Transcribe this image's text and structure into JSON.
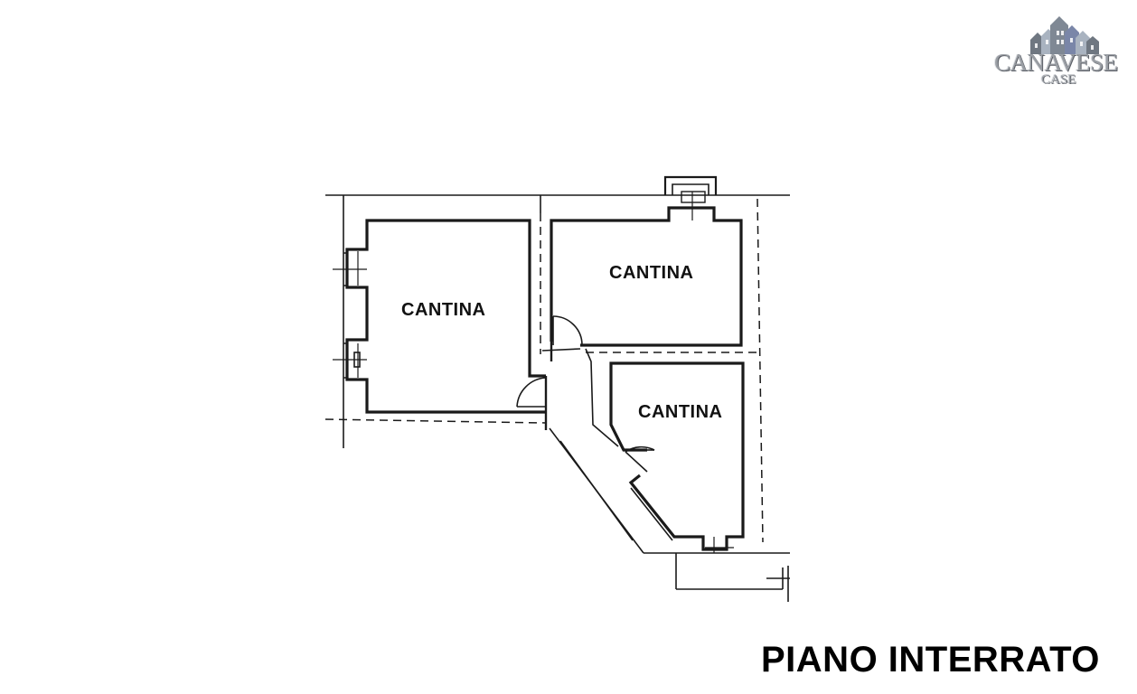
{
  "logo": {
    "name": "CANAVESE",
    "sub": "CASE",
    "icon": "houses-logo-icon",
    "colors": [
      "#6f7781",
      "#a9b3c0",
      "#7a86a8"
    ]
  },
  "rooms": [
    {
      "label": "CANTINA"
    },
    {
      "label": "CANTINA"
    },
    {
      "label": "CANTINA"
    }
  ],
  "floor_title": "PIANO INTERRATO",
  "colors": {
    "walls": "#111111",
    "text": "#000000",
    "background": "#ffffff"
  }
}
